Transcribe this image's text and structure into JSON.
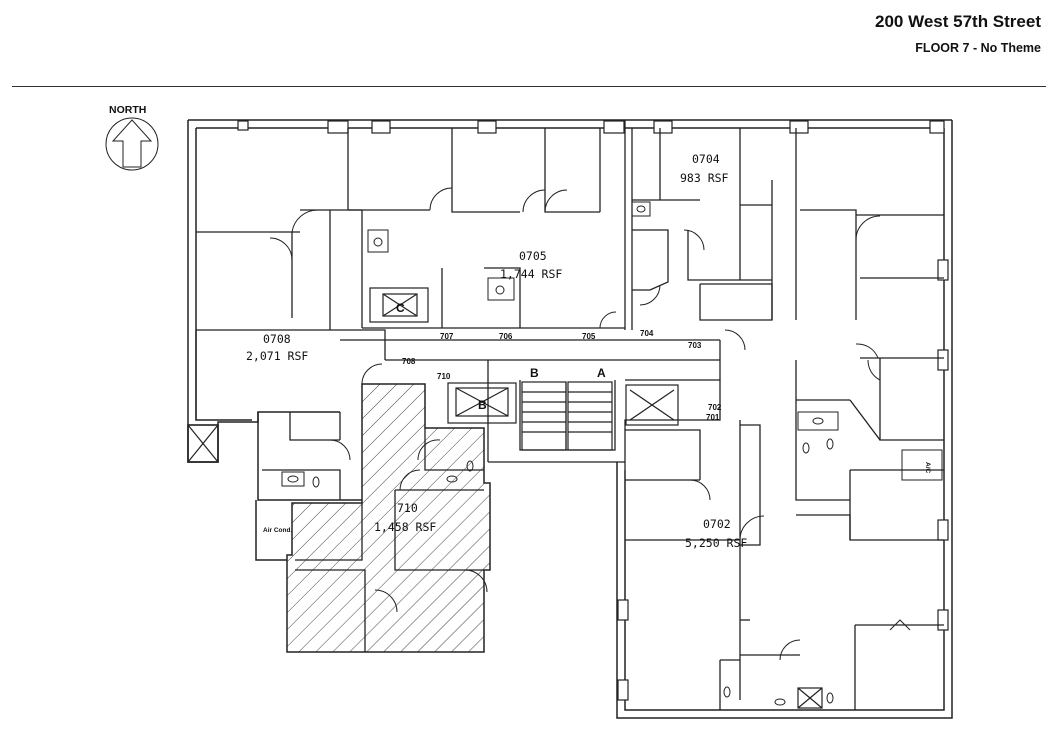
{
  "header": {
    "title": "200 West 57th Street",
    "subtitle": "FLOOR 7 - No Theme"
  },
  "compass": {
    "label": "NORTH"
  },
  "suites": [
    {
      "id": "0704",
      "area": "983  RSF"
    },
    {
      "id": "0705",
      "area": "1,744  RSF"
    },
    {
      "id": "0708",
      "area": "2,071  RSF"
    },
    {
      "id": "710",
      "area": "1,458  RSF"
    },
    {
      "id": "0702",
      "area": "5,250  RSF"
    }
  ],
  "door_labels": [
    "707",
    "706",
    "705",
    "704",
    "703",
    "708",
    "710",
    "702",
    "701"
  ],
  "core_labels": {
    "stair_b": "B",
    "stair_a": "A",
    "elevator_c": "C",
    "elevator_b": "B"
  },
  "room_tags": {
    "air_cond": "Air Cond.",
    "ac": "A/C"
  },
  "colors": {
    "line": "#222222",
    "hatch": "#444444"
  }
}
